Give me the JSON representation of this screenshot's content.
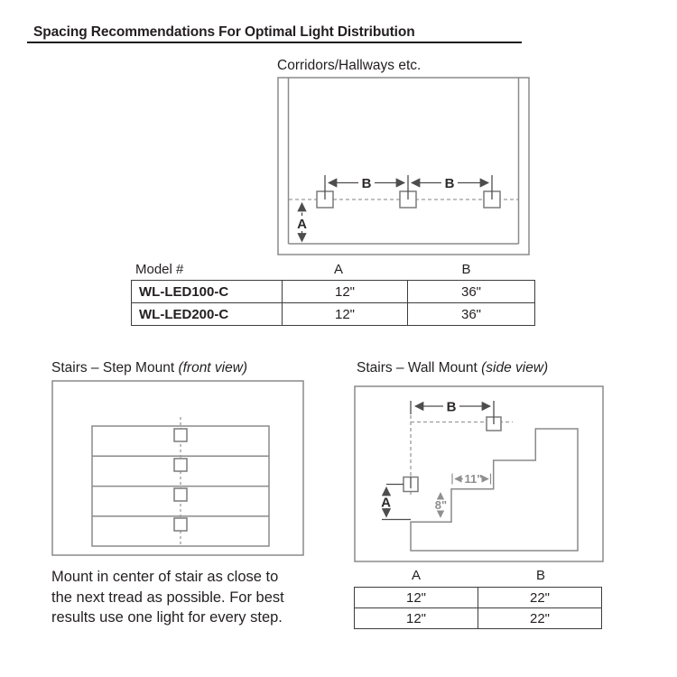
{
  "title": "Spacing Recommendations For Optimal Light Distribution",
  "corridor": {
    "label": "Corridors/Hallways etc.",
    "dim_b1": "B",
    "dim_b2": "B",
    "dim_a": "A"
  },
  "model_table": {
    "col_model": "Model #",
    "col_a": "A",
    "col_b": "B",
    "rows": [
      {
        "model": "WL-LED100-C",
        "a": "12\"",
        "b": "36\""
      },
      {
        "model": "WL-LED200-C",
        "a": "12\"",
        "b": "36\""
      }
    ]
  },
  "step_mount": {
    "label": "Stairs – Step Mount ",
    "view": "(front view)"
  },
  "wall_mount": {
    "label": "Stairs – Wall Mount ",
    "view": "(side view)",
    "dim_b": "B",
    "dim_a": "A",
    "dim_tread": "11\"",
    "dim_riser": "8\""
  },
  "note_lines": [
    "Mount in center of stair as close to",
    "the next tread as possible. For best",
    "results use one light for every step."
  ],
  "spacing_table": {
    "col_a": "A",
    "col_b": "B",
    "rows": [
      {
        "a": "12\"",
        "b": "22\""
      },
      {
        "a": "12\"",
        "b": "22\""
      }
    ]
  },
  "colors": {
    "text": "#231f20",
    "diagram_line": "#8a8a8a",
    "dimension_line": "#4d4d4d",
    "dimension_gray": "#8f8f8f",
    "table_border": "#3d3d3d"
  }
}
